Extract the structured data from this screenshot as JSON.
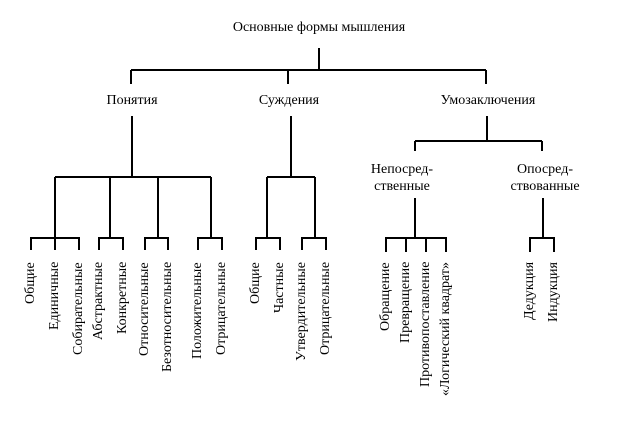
{
  "root": "Основные формы мышления",
  "branches": {
    "concepts": {
      "label": "Понятия",
      "leaves": [
        "Общие",
        "Единичные",
        "Собирательные",
        "Абстрактные",
        "Конкретные",
        "Относительные",
        "Безотносительные",
        "Положительные",
        "Отрицательные"
      ]
    },
    "judgments": {
      "label": "Суждения",
      "leaves": [
        "Общие",
        "Частные",
        "Утвердительные",
        "Отрицательные"
      ]
    },
    "inferences": {
      "label": "Умозаключения",
      "immediate": {
        "label_line1": "Непосред-",
        "label_line2": "ственные",
        "leaves": [
          "Обращение",
          "Превращение",
          "Противопоставление",
          "«Логический квадрат»"
        ]
      },
      "mediated": {
        "label_line1": "Опосред-",
        "label_line2": "ствованные",
        "leaves": [
          "Дедукция",
          "Индукция"
        ]
      }
    }
  },
  "colors": {
    "ink": "#000000",
    "background": "#ffffff"
  }
}
